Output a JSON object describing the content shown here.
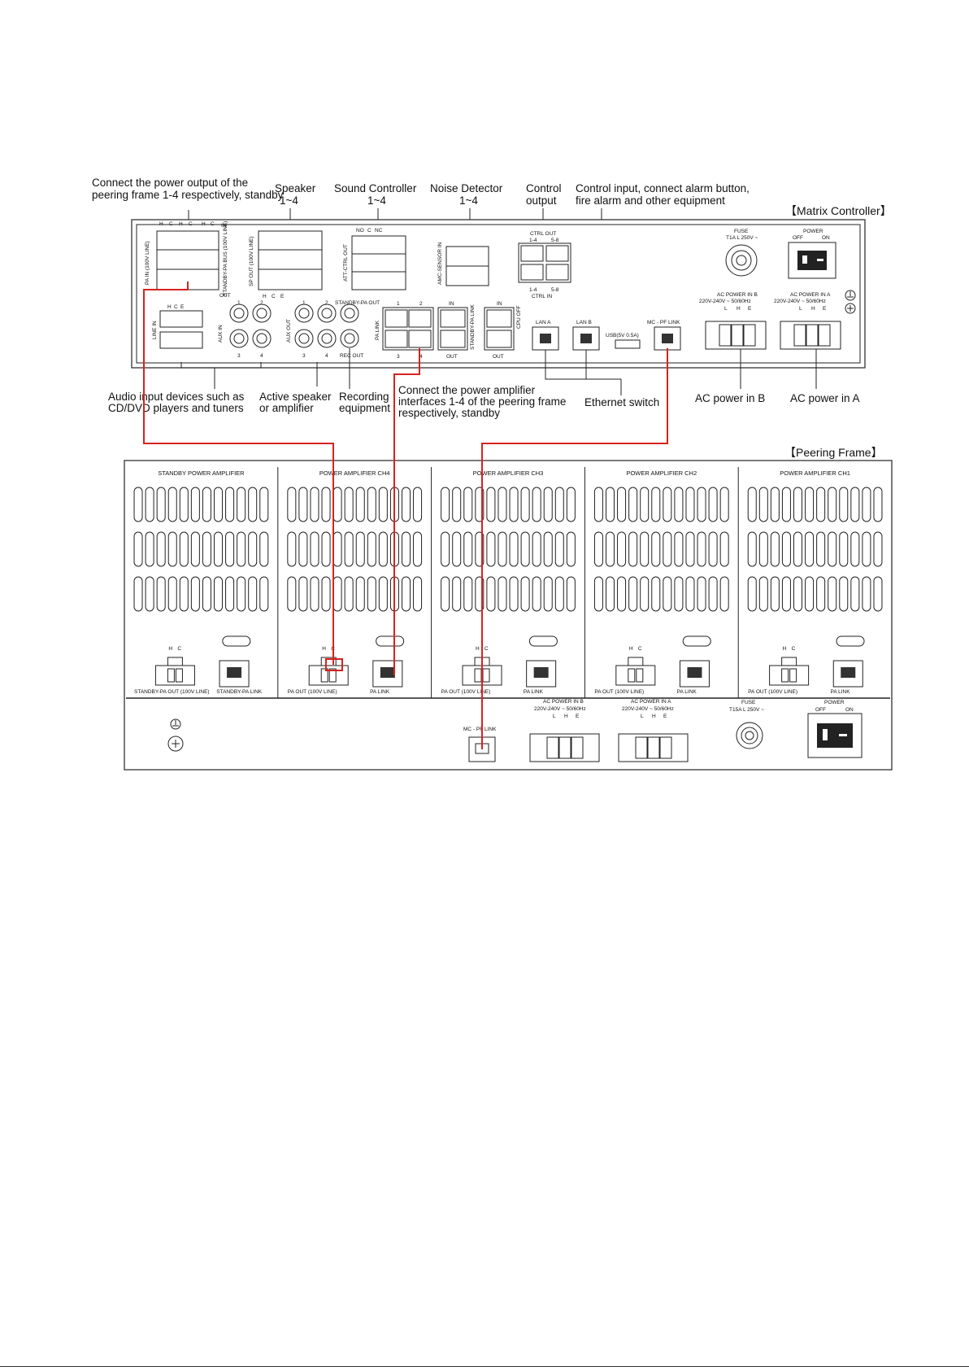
{
  "controller": {
    "title": "【Matrix Controller】",
    "ports": {
      "pa_in": "PA IN (100V LINE)",
      "standby_pa_bus": "STANDBY-PA BUS (100V LINE)",
      "in": "IN",
      "out": "OUT",
      "sp_out": "SP OUT (100V LINE)",
      "att_ctrl_out": "ATT-CTRL OUT",
      "amc_sensor_in": "AMC-SENSOR IN",
      "ctrl_out": "CTRL OUT",
      "ctrl_in": "CTRL IN",
      "range_1_4": "1-4",
      "range_5_8": "5-8",
      "line_in": "LINE IN",
      "aux_in": "AUX IN",
      "aux_out": "AUX OUT",
      "standby_pa_out": "STANDBY-PA OUT",
      "rec_out": "REC OUT",
      "pa_link": "PA LINK",
      "standby_pa_link": "STANDBY-PA LINK",
      "cpu_off": "CPU OFF",
      "lan_a": "LAN A",
      "lan_b": "LAN B",
      "usb": "USB(5V 0.5A)",
      "mc_pf_link": "MC - PF LINK",
      "fuse": "FUSE",
      "fuse_rating": "T1A L 250V ~",
      "power": "POWER",
      "off": "OFF",
      "on": "ON",
      "ac_power_in_b": "AC POWER IN B",
      "ac_power_in_a": "AC POWER IN A",
      "ac_spec": "220V-240V ~ 50/60Hz",
      "lhe": [
        "L",
        "H",
        "E"
      ],
      "hc": [
        "H",
        "C"
      ],
      "hce": [
        "H",
        "C",
        "E"
      ],
      "noc_nc": [
        "NO",
        "C",
        "NC"
      ],
      "num": [
        "1",
        "2",
        "3",
        "4"
      ]
    }
  },
  "callouts": {
    "power_output": "Connect the power output of the peering frame 1-4 respectively, standby",
    "speaker": "Speaker",
    "speaker_range": "1~4",
    "sound_controller": "Sound Controller",
    "sound_controller_range": "1~4",
    "noise_detector": "Noise Detector",
    "noise_detector_range": "1~4",
    "control_output_1": "Control",
    "control_output_2": "output",
    "control_input_1": "Control input, connect alarm button,",
    "control_input_2": "fire alarm and other equipment",
    "audio_input_1": "Audio input devices such as",
    "audio_input_2": "CD/DVD players and tuners",
    "active_speaker_1": "Active speaker",
    "active_speaker_2": "or amplifier",
    "recording_1": "Recording",
    "recording_2": "equipment",
    "pa_interfaces_1": "Connect the power amplifier",
    "pa_interfaces_2": "interfaces 1-4 of the peering frame",
    "pa_interfaces_3": "respectively, standby",
    "ethernet_switch": "Ethernet switch",
    "ac_b": "AC power in B",
    "ac_a": "AC power in A"
  },
  "frame": {
    "title": "【Peering Frame】",
    "modules": [
      {
        "name": "STANDBY POWER AMPLIFIER",
        "out_label": "STANDBY-PA OUT (100V LINE)",
        "link_label": "STANDBY-PA LINK"
      },
      {
        "name": "POWER AMPLIFIER CH4",
        "out_label": "PA OUT (100V LINE)",
        "link_label": "PA LINK"
      },
      {
        "name": "POWER AMPLIFIER CH3",
        "out_label": "PA OUT (100V LINE)",
        "link_label": "PA LINK"
      },
      {
        "name": "POWER AMPLIFIER CH2",
        "out_label": "PA OUT (100V LINE)",
        "link_label": "PA LINK"
      },
      {
        "name": "POWER AMPLIFIER CH1",
        "out_label": "PA OUT (100V LINE)",
        "link_label": "PA LINK"
      }
    ],
    "hc": [
      "H",
      "C"
    ],
    "mc_pf_link": "MC - PF LINK",
    "ac_power_in_b": "AC POWER IN B",
    "ac_power_in_a": "AC POWER IN A",
    "ac_spec": "220V-240V ~ 50/60Hz",
    "lhe": [
      "L",
      "H",
      "E"
    ],
    "fuse": "FUSE",
    "fuse_rating": "T15A L 250V ~",
    "power": "POWER",
    "off": "OFF",
    "on": "ON"
  },
  "colors": {
    "wire": "#d6231f",
    "line": "#222222"
  }
}
